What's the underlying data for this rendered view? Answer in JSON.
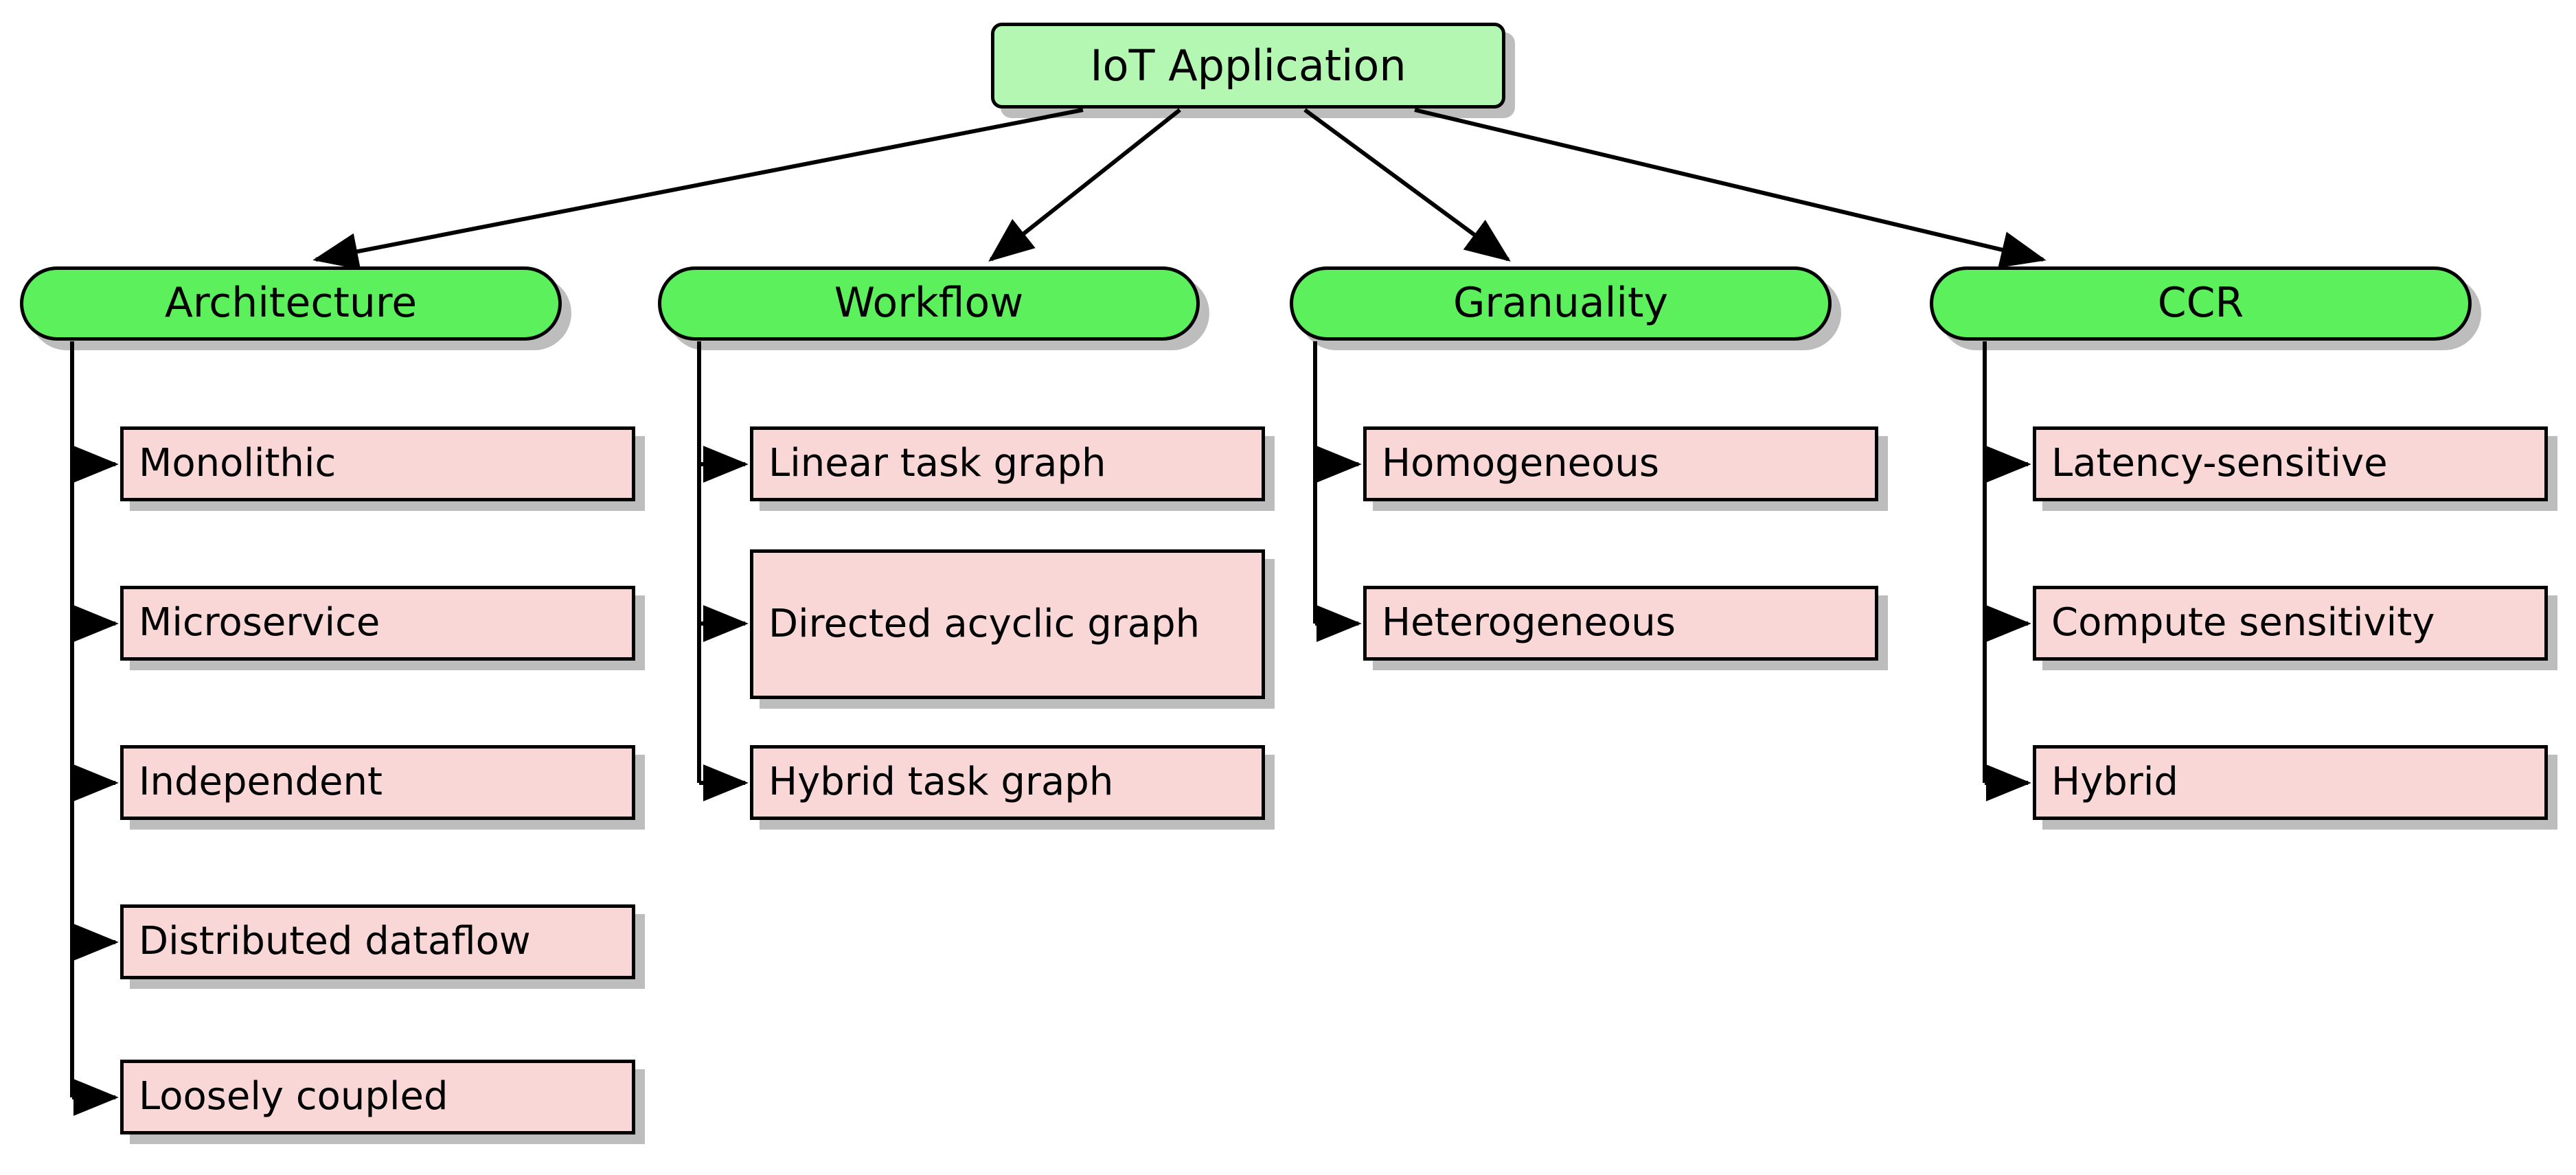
{
  "diagram": {
    "title": "IoT Application taxonomy",
    "colors": {
      "root_fill": "#b3f7b3",
      "category_fill": "#5cf05c",
      "leaf_fill": "#fad7d7",
      "border": "#000000",
      "shadow": "#bfbfbf",
      "background": "#ffffff"
    },
    "root": {
      "label": "IoT Application"
    },
    "branches": [
      {
        "name": "architecture",
        "label": "Architecture",
        "leaves": [
          {
            "label": "Monolithic"
          },
          {
            "label": "Microservice"
          },
          {
            "label": "Independent"
          },
          {
            "label": "Distributed dataflow"
          },
          {
            "label": "Loosely coupled"
          }
        ]
      },
      {
        "name": "workflow",
        "label": "Workflow",
        "leaves": [
          {
            "label": "Linear task graph"
          },
          {
            "label": "Directed acyclic graph"
          },
          {
            "label": "Hybrid task graph"
          }
        ]
      },
      {
        "name": "granuality",
        "label": "Granuality",
        "leaves": [
          {
            "label": "Homogeneous"
          },
          {
            "label": "Heterogeneous"
          }
        ]
      },
      {
        "name": "ccr",
        "label": "CCR",
        "leaves": [
          {
            "label": "Latency-sensitive"
          },
          {
            "label": "Compute sensitivity"
          },
          {
            "label": "Hybrid"
          }
        ]
      }
    ]
  }
}
